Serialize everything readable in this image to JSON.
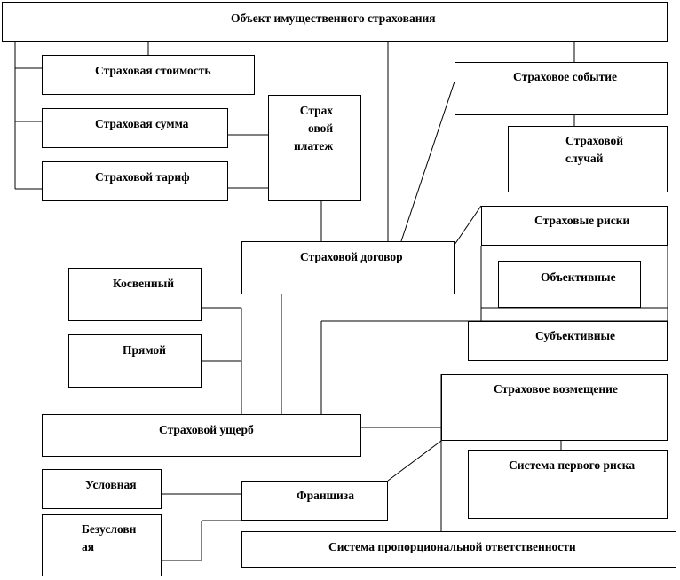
{
  "nodes": {
    "object": "Объект имущественного страхования",
    "insured_value": "Страховая стоимость",
    "insured_sum": "Страховая сумма",
    "insurance_rate": "Страховой тариф",
    "insurance_payment": "Страх\nовой\nплатеж",
    "insured_event": "Страховое событие",
    "insured_case": "Страховой\nслучай",
    "insurance_risks": "Страховые риски",
    "objective": "Объективные",
    "subjective": "Субъективные",
    "contract": "Страховой договор",
    "indirect": "Косвенный",
    "direct": "Прямой",
    "damage": "Страховой ущерб",
    "compensation": "Страховое возмещение",
    "first_risk": "Система первого риска",
    "conditional": "Условная",
    "unconditional": "Безусловн\nая",
    "franchise": "Франшиза",
    "proportional": "Система пропорциональной  ответственности"
  }
}
